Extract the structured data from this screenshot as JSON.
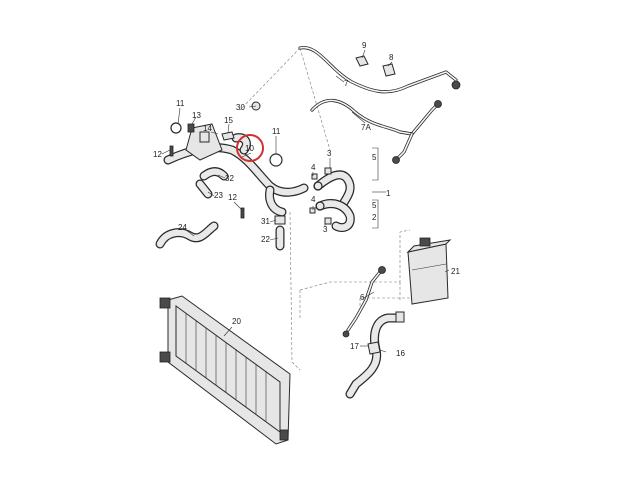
{
  "callouts": {
    "c1": "1",
    "c2": "2",
    "c3": "3",
    "c3b": "3",
    "c4": "4",
    "c4b": "4",
    "c5": "5",
    "c5b": "5",
    "c6": "6",
    "c7": "7",
    "c7a": "7A",
    "c8": "8",
    "c9": "9",
    "c10": "10",
    "c11": "11",
    "c11b": "11",
    "c12": "12",
    "c12b": "12",
    "c13": "13",
    "c14": "14",
    "c15": "15",
    "c16": "16",
    "c17": "17",
    "c20": "20",
    "c21": "21",
    "c22": "22",
    "c23": "23",
    "c24": "24",
    "c30": "30",
    "c31": "31",
    "c32": "32"
  },
  "highlighted_callout": "10",
  "highlight_color": "#d32f2f"
}
